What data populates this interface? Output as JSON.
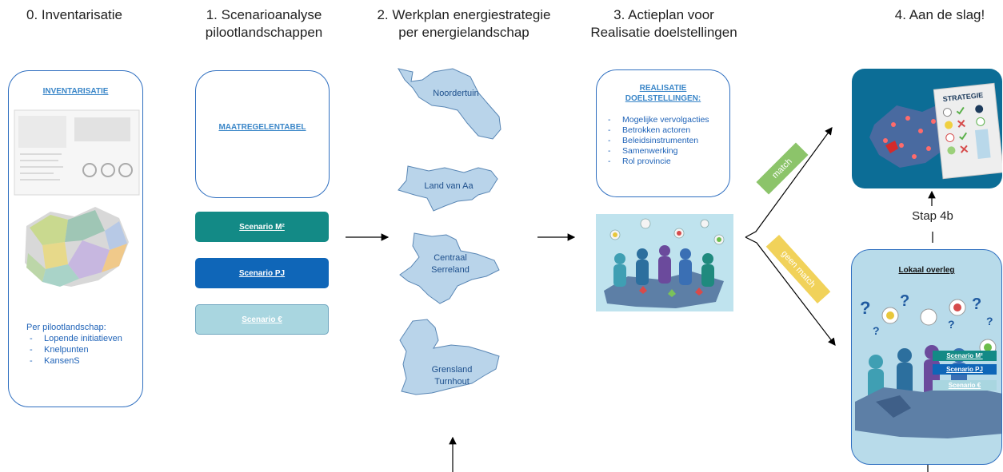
{
  "steps": {
    "s0": "0. Inventarisatie",
    "s1_line1": "1. Scenarioanalyse",
    "s1_line2": "pilootlandschappen",
    "s2_line1": "2. Werkplan energiestrategie",
    "s2_line2": "per energielandschap",
    "s3_line1": "3. Actieplan voor",
    "s3_line2": "Realisatie doelstellingen",
    "s4": "4. Aan de slag!"
  },
  "inventory": {
    "heading": "INVENTARISATIE",
    "intro": "Per pilootlandschap:",
    "items": [
      "Lopende initiatieven",
      "Knelpunten",
      "KansenS"
    ]
  },
  "measures": {
    "heading": "MAATREGELENTABEL"
  },
  "scenarios": [
    {
      "label": "Scenario M²",
      "color": "#138a86"
    },
    {
      "label": "Scenario PJ",
      "color": "#0f66b8"
    },
    {
      "label": "Scenario €",
      "color": "#a9d6e0"
    }
  ],
  "regions": {
    "r1": "Noordertuin",
    "r2": "Land van Aa",
    "r3_line1": "Centraal",
    "r3_line2": "Serreland",
    "r4_line1": "Grensland",
    "r4_line2": "Turnhout",
    "fill": "#b9d4ea",
    "stroke": "#5a87b5"
  },
  "realisation": {
    "heading_line1": "REALISATIE",
    "heading_line2": "DOELSTELLINGEN:",
    "items": [
      "Mogelijke vervolgacties",
      "Betrokken actoren",
      "Beleidsinstrumenten",
      "Samenwerking",
      "Rol provincie"
    ]
  },
  "match": {
    "yes": "match",
    "yes_color": "#8cc46a",
    "no": "geen match",
    "no_color": "#f1d25a"
  },
  "stap": "Stap 4b",
  "strategy_card": "STRATEGIE",
  "overleg": {
    "heading": "Lokaal overleg",
    "scenarios": [
      "Scenario M²",
      "Scenario PJ",
      "Scenario €"
    ]
  }
}
